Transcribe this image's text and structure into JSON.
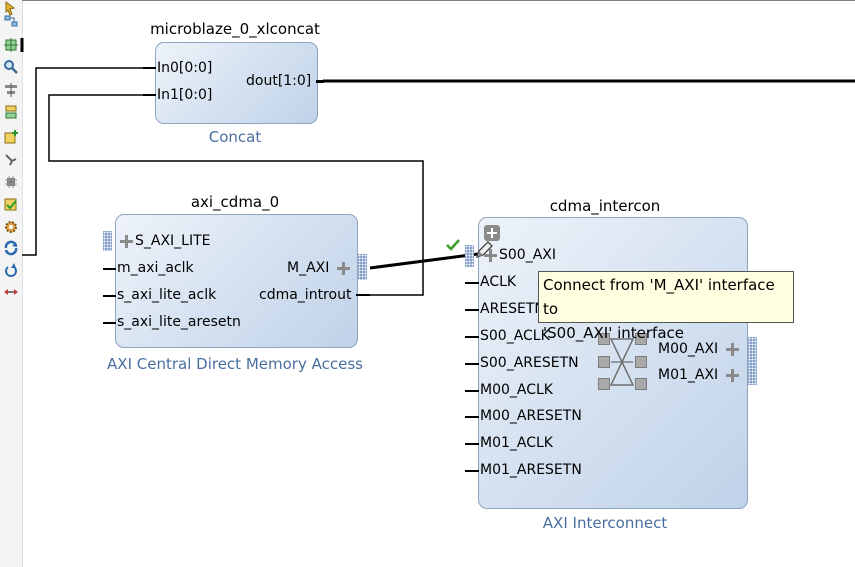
{
  "toolbar": {
    "icons": [
      "add-ip-icon",
      "route-icon",
      "fit-icon",
      "zoom-icon",
      "align-icon",
      "distribute-icon",
      "add-module-icon",
      "select-icon",
      "cpu-icon",
      "validate-icon",
      "settings-icon",
      "refresh-icon",
      "rotate-icon",
      "expand-icon"
    ]
  },
  "blocks": {
    "concat": {
      "name": "microblaze_0_xlconcat",
      "type": "Concat",
      "ports_in": [
        "In0[0:0]",
        "In1[0:0]"
      ],
      "ports_out": [
        "dout[1:0]"
      ]
    },
    "cdma": {
      "name": "axi_cdma_0",
      "type": "AXI Central Direct Memory Access",
      "ports_in": [
        "S_AXI_LITE",
        "m_axi_aclk",
        "s_axi_lite_aclk",
        "s_axi_lite_aresetn"
      ],
      "ports_out": [
        "M_AXI",
        "cdma_introut"
      ]
    },
    "intercon": {
      "name": "cdma_intercon",
      "type": "AXI Interconnect",
      "ports_in": [
        "S00_AXI",
        "ACLK",
        "ARESETN",
        "S00_ACLK",
        "S00_ARESETN",
        "M00_ACLK",
        "M00_ARESETN",
        "M01_ACLK",
        "M01_ARESETN"
      ],
      "ports_out": [
        "M00_AXI",
        "M01_AXI"
      ]
    }
  },
  "tooltip": {
    "line1": "Connect from 'M_AXI' interface to",
    "line2": "'S00_AXI' interface"
  },
  "colors": {
    "block_border": "#8fa4bf",
    "type_text": "#4a6ea0",
    "tooltip_bg": "#ffffe1",
    "ok_check": "#3aa02a"
  }
}
